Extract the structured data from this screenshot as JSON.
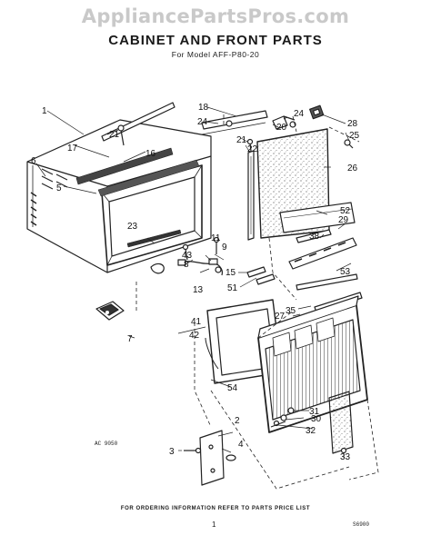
{
  "watermark": "AppliancePartsPros.com",
  "title": "CABINET AND FRONT PARTS",
  "model": "For Model AFF-P80-20",
  "code_left": "AC 9050",
  "code_right": "S6900",
  "footer": "FOR ORDERING INFORMATION REFER TO PARTS PRICE LIST",
  "page_number": "1",
  "callouts": [
    "1",
    "2",
    "3",
    "4",
    "5",
    "6",
    "7",
    "8",
    "9",
    "11",
    "13",
    "15",
    "16",
    "17",
    "18",
    "20",
    "21",
    "21",
    "22",
    "23",
    "24",
    "24",
    "25",
    "26",
    "27",
    "28",
    "29",
    "30",
    "31",
    "32",
    "33",
    "35",
    "38",
    "41",
    "42",
    "43",
    "51",
    "52",
    "53",
    "54"
  ]
}
